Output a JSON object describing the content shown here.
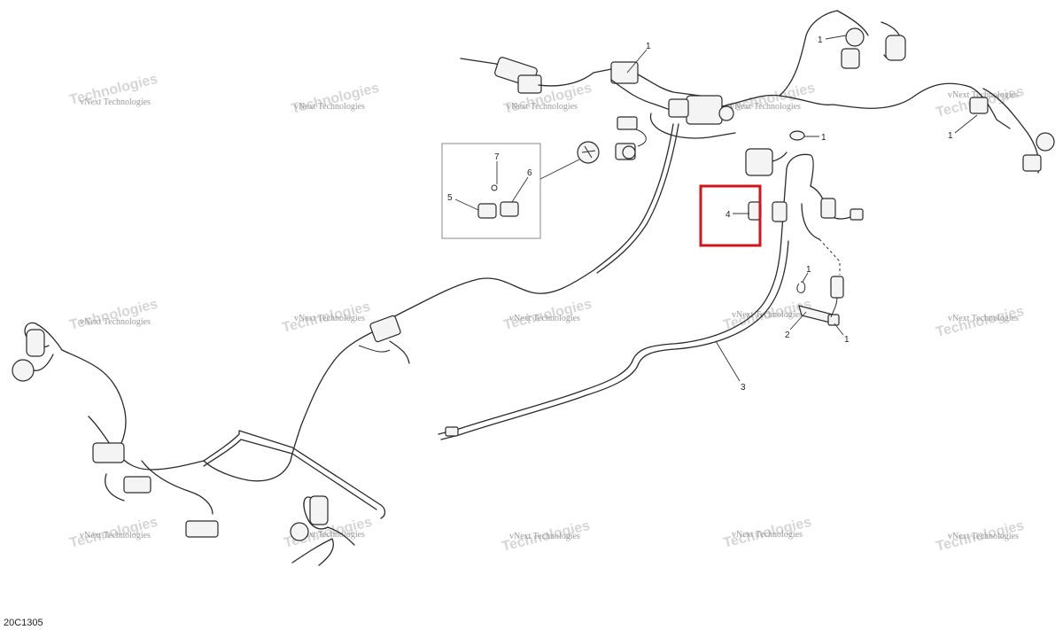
{
  "diagram_code": "20C1305",
  "watermark": {
    "line1": "vNext Technologies",
    "line2": "Technologies"
  },
  "callouts": {
    "c1_top": "1",
    "c1_topright": "1",
    "c1_right": "1",
    "c1_mid": "1",
    "c1_lower_a": "1",
    "c1_lower_b": "1",
    "c2": "2",
    "c3": "3",
    "c4": "4",
    "c5": "5",
    "c6": "6",
    "c7": "7"
  },
  "highlight_color": "#d0161b"
}
